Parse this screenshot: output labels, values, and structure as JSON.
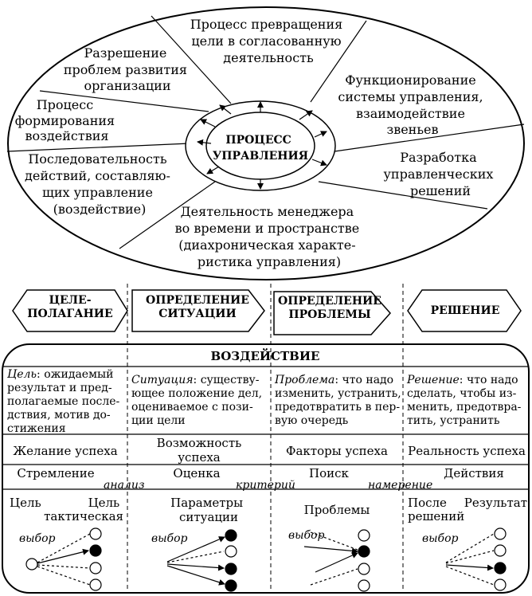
{
  "ellipse": {
    "center": [
      "ПРОЦЕСС",
      "УПРАВЛЕНИЯ"
    ],
    "sectors": {
      "top": [
        "Процесс превращения",
        "цели в согласованную",
        "деятельность"
      ],
      "upper_left": [
        "Разрешение",
        "проблем развития",
        "организации"
      ],
      "upper_right": [
        "Функционирование",
        "системы управления,",
        "взаимодействие",
        "звеньев"
      ],
      "left": [
        "Процесс",
        "формирования",
        "воздействия"
      ],
      "right": [
        "Разработка",
        "управленческих",
        "решений"
      ],
      "lower_left": [
        "Последовательность",
        "действий, составляю-",
        "щих управление",
        "(воздействие)"
      ],
      "bottom": [
        "Деятельность менеджера",
        "во времени и пространстве",
        "(диахроническая характе-",
        "ристика управления)"
      ]
    }
  },
  "stages": [
    "ЦЕЛЕ-|ПОЛАГАНИЕ",
    "ОПРЕДЕЛЕНИЕ|СИТУАЦИИ",
    "ОПРЕДЕЛЕНИЕ|ПРОБЛЕМЫ",
    "РЕШЕНИЕ"
  ],
  "panel_title": "ВОЗДЕЙСТВИЕ",
  "definitions": [
    {
      "term": "Цель",
      "lines": [
        ": ожидаемый",
        "результат и пред-",
        "полагаемые после-",
        "дствия, мотив до-",
        "стижения"
      ]
    },
    {
      "term": "Ситуация",
      "lines": [
        ": существу-",
        "ющее положение дел,",
        "оцениваемое с пози-",
        "ции цели"
      ]
    },
    {
      "term": "Проблема",
      "lines": [
        ": что надо",
        "изменить, устранить,",
        "предотвратить в пер-",
        "вую очередь"
      ]
    },
    {
      "term": "Решение",
      "lines": [
        ": что надо",
        "сделать, чтобы из-",
        "менить, предотвра-",
        "тить, устранить"
      ]
    }
  ],
  "row_success": [
    "Желание успеха",
    "Возможность|успеха",
    "Факторы успеха",
    "Реальность успеха"
  ],
  "row_actions": [
    "Стремление",
    "Оценка",
    "Поиск",
    "Действия"
  ],
  "connectors": [
    "анализ",
    "критерий",
    "намерение"
  ],
  "bottom_labels": {
    "col1_left": "Цель",
    "col1_right": [
      "Цель",
      "тактическая"
    ],
    "col2": [
      "Параметры",
      "ситуации"
    ],
    "col3": "Проблемы",
    "col4_left": [
      "После",
      "решений"
    ],
    "col4_right": "Результат"
  },
  "choice_label": "выбор"
}
